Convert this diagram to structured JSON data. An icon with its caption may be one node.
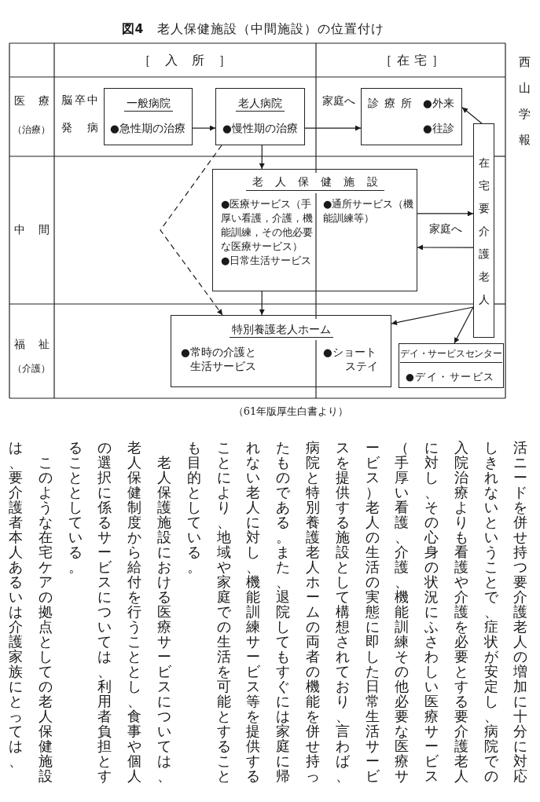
{
  "diagram": {
    "title": "**図4**　老人保健施設（中間施設）の位置付け",
    "caption": "（61年版厚生白書より）",
    "nodes": [
      {
        "text": [
          "一般病院",
          "●急性期の治療"
        ],
        "beside": [
          "脳卒中発病"
        ]
      },
      {
        "text": [
          "老人病院",
          "●慢性期の治療"
        ]
      },
      {
        "text": [
          "診療所",
          "●外来",
          "●往診"
        ]
      },
      {
        "text": [
          "在宅要介護老人"
        ]
      },
      {
        "text": [
          "老人保健施設",
          "●医療サービス（手厚い看護，介護，機能訓練，その他必要な医療サービス）",
          "●日常生活サービス",
          "●通所サービス（機能訓練等）"
        ]
      },
      {
        "text": [
          "特別養護老人ホーム",
          "●常時の介護と生活サービス",
          "●ショートステイ"
        ]
      },
      {
        "text": [
          "デイ・サービスセンター",
          "●デイ・サービス"
        ]
      }
    ],
    "edges": [
      {
        "from": 0,
        "to": 1,
        "arrow": "to"
      },
      {
        "from": 1,
        "to": 2,
        "arrow": "to",
        "label": "家庭へ"
      },
      {
        "from": 3,
        "to": 2,
        "arrow": "to"
      },
      {
        "from": 1,
        "to": 4,
        "arrow": "to"
      },
      {
        "from": 1,
        "to": 5,
        "arrow": "to",
        "style": "dashed"
      },
      {
        "from": 4,
        "to": 5,
        "arrow": "to"
      },
      {
        "from": 4,
        "to": 3,
        "arrow": "to",
        "label": "家庭へ"
      },
      {
        "from": 3,
        "to": 4,
        "arrow": "to"
      },
      {
        "from": 3,
        "to": 5,
        "arrow": "to"
      },
      {
        "from": 3,
        "to": 6,
        "arrow": "to"
      }
    ],
    "labels": [
      "［入所］",
      "［在宅］",
      "西山学報",
      "医療",
      "（治療）",
      "中間",
      "福祉",
      "（介護）",
      "活ニードを併せ持つ要介護老人の増加に十分に対応しきれないということで、症状が安定し、病院での入院治療よりも看護や介護を必要とする要介護老人に対し、その心身の状況にふさわしい医療サービス（手厚い看護、介護、機能訓練その他必要な医療サービス）老人の生活の実態に即した日常生活サービスを提供する施設として構想されており、言わば、病院と特別養護老人ホームの両者の機能を併せ持ったものである。また、退院してもすぐには家庭に帰れない老人に対し、機能訓練サービス等を提供することにより、地域や家庭での生活を可能とすることも目的としている。",
      "老人保護施設における医療サービスについては、老人保健制度から給付を行うこととし、食事や個人の選択に係るサービスについては、利用者負担とすることとしている。",
      "このような在宅ケアの拠点としての老人保健施設は、要介護者本人あるいは介護家族にとっては、"
    ]
  }
}
